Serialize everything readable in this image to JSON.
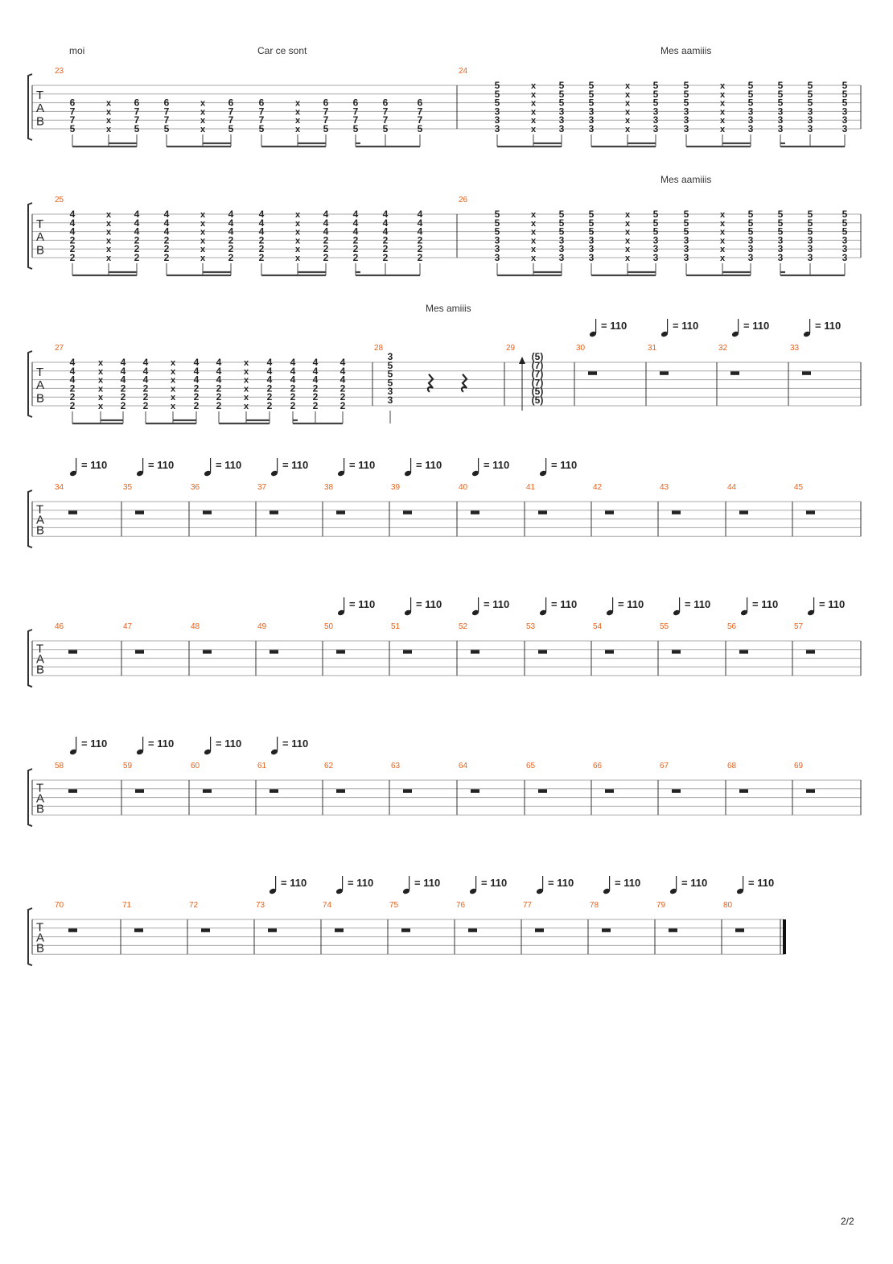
{
  "page_number": "2/2",
  "tab_clef": [
    "T",
    "A",
    "B"
  ],
  "tempo_label": "= 110",
  "systems": [
    {
      "lyrics": [
        "moi",
        "Car ce sont",
        "Mes aamiiis"
      ],
      "measures": [
        {
          "number": "23",
          "beats": [
            [
              "6",
              "7",
              "7",
              "5"
            ],
            [
              "x",
              "x",
              "x",
              "x"
            ],
            [
              "6",
              "7",
              "7",
              "5"
            ],
            [
              "6",
              "7",
              "7",
              "5"
            ],
            [
              "x",
              "x",
              "x",
              "x"
            ],
            [
              "6",
              "7",
              "7",
              "5"
            ],
            [
              "6",
              "7",
              "7",
              "5"
            ],
            [
              "x",
              "x",
              "x",
              "x"
            ],
            [
              "6",
              "7",
              "7",
              "5"
            ],
            [
              "6",
              "7",
              "7",
              "5"
            ],
            [
              "6",
              "7",
              "7",
              "5"
            ],
            [
              "6",
              "7",
              "7",
              "5"
            ]
          ]
        },
        {
          "number": "24",
          "beats": [
            [
              "5",
              "5",
              "5",
              "3",
              "3",
              "3"
            ],
            [
              "x",
              "x",
              "x",
              "x",
              "x",
              "x"
            ],
            [
              "5",
              "5",
              "5",
              "3",
              "3",
              "3"
            ],
            [
              "5",
              "5",
              "5",
              "3",
              "3",
              "3"
            ],
            [
              "x",
              "x",
              "x",
              "x",
              "x",
              "x"
            ],
            [
              "5",
              "5",
              "5",
              "3",
              "3",
              "3"
            ],
            [
              "5",
              "5",
              "5",
              "3",
              "3",
              "3"
            ],
            [
              "x",
              "x",
              "x",
              "x",
              "x",
              "x"
            ],
            [
              "5",
              "5",
              "5",
              "3",
              "3",
              "3"
            ],
            [
              "5",
              "5",
              "5",
              "3",
              "3",
              "3"
            ],
            [
              "5",
              "5",
              "5",
              "3",
              "3",
              "3"
            ],
            [
              "5",
              "5",
              "5",
              "3",
              "3",
              "3"
            ]
          ]
        }
      ]
    },
    {
      "lyrics": [
        "Mes aamiiis"
      ],
      "measures": [
        {
          "number": "25",
          "beats": [
            [
              "4",
              "4",
              "4",
              "2",
              "2",
              "2"
            ],
            [
              "x",
              "x",
              "x",
              "x",
              "x",
              "x"
            ],
            [
              "4",
              "4",
              "4",
              "2",
              "2",
              "2"
            ],
            [
              "4",
              "4",
              "4",
              "2",
              "2",
              "2"
            ],
            [
              "x",
              "x",
              "x",
              "x",
              "x",
              "x"
            ],
            [
              "4",
              "4",
              "4",
              "2",
              "2",
              "2"
            ],
            [
              "4",
              "4",
              "4",
              "2",
              "2",
              "2"
            ],
            [
              "x",
              "x",
              "x",
              "x",
              "x",
              "x"
            ],
            [
              "4",
              "4",
              "4",
              "2",
              "2",
              "2"
            ],
            [
              "4",
              "4",
              "4",
              "2",
              "2",
              "2"
            ],
            [
              "4",
              "4",
              "4",
              "2",
              "2",
              "2"
            ],
            [
              "4",
              "4",
              "4",
              "2",
              "2",
              "2"
            ]
          ]
        },
        {
          "number": "26",
          "beats": [
            [
              "5",
              "5",
              "5",
              "3",
              "3",
              "3"
            ],
            [
              "x",
              "x",
              "x",
              "x",
              "x",
              "x"
            ],
            [
              "5",
              "5",
              "5",
              "3",
              "3",
              "3"
            ],
            [
              "5",
              "5",
              "5",
              "3",
              "3",
              "3"
            ],
            [
              "x",
              "x",
              "x",
              "x",
              "x",
              "x"
            ],
            [
              "5",
              "5",
              "5",
              "3",
              "3",
              "3"
            ],
            [
              "5",
              "5",
              "5",
              "3",
              "3",
              "3"
            ],
            [
              "x",
              "x",
              "x",
              "x",
              "x",
              "x"
            ],
            [
              "5",
              "5",
              "5",
              "3",
              "3",
              "3"
            ],
            [
              "5",
              "5",
              "5",
              "3",
              "3",
              "3"
            ],
            [
              "5",
              "5",
              "5",
              "3",
              "3",
              "3"
            ],
            [
              "5",
              "5",
              "5",
              "3",
              "3",
              "3"
            ]
          ]
        }
      ]
    },
    {
      "lyrics": [
        "Mes amiiis"
      ],
      "measures": [
        {
          "number": "27",
          "beats": [
            [
              "4",
              "4",
              "4",
              "2",
              "2",
              "2"
            ],
            [
              "x",
              "x",
              "x",
              "x",
              "x",
              "x"
            ],
            [
              "4",
              "4",
              "4",
              "2",
              "2",
              "2"
            ],
            [
              "4",
              "4",
              "4",
              "2",
              "2",
              "2"
            ],
            [
              "x",
              "x",
              "x",
              "x",
              "x",
              "x"
            ],
            [
              "4",
              "4",
              "4",
              "2",
              "2",
              "2"
            ],
            [
              "4",
              "4",
              "4",
              "2",
              "2",
              "2"
            ],
            [
              "x",
              "x",
              "x",
              "x",
              "x",
              "x"
            ],
            [
              "4",
              "4",
              "4",
              "2",
              "2",
              "2"
            ],
            [
              "4",
              "4",
              "4",
              "2",
              "2",
              "2"
            ],
            [
              "4",
              "4",
              "4",
              "2",
              "2",
              "2"
            ],
            [
              "4",
              "4",
              "4",
              "2",
              "2",
              "2"
            ]
          ]
        },
        {
          "number": "28",
          "chord": [
            "3",
            "5",
            "5",
            "5",
            "3",
            "3"
          ]
        },
        {
          "number": "29",
          "tied_chord": [
            "(5)",
            "(7)",
            "(7)",
            "(7)",
            "(5)",
            "(5)"
          ]
        },
        {
          "number": "30"
        },
        {
          "number": "31"
        },
        {
          "number": "32"
        },
        {
          "number": "33"
        }
      ]
    },
    {
      "measures": [
        {
          "number": "34"
        },
        {
          "number": "35"
        },
        {
          "number": "36"
        },
        {
          "number": "37"
        },
        {
          "number": "38"
        },
        {
          "number": "39"
        },
        {
          "number": "40"
        },
        {
          "number": "41"
        },
        {
          "number": "42"
        },
        {
          "number": "43"
        },
        {
          "number": "44"
        },
        {
          "number": "45"
        }
      ]
    },
    {
      "measures": [
        {
          "number": "46"
        },
        {
          "number": "47"
        },
        {
          "number": "48"
        },
        {
          "number": "49"
        },
        {
          "number": "50"
        },
        {
          "number": "51"
        },
        {
          "number": "52"
        },
        {
          "number": "53"
        },
        {
          "number": "54"
        },
        {
          "number": "55"
        },
        {
          "number": "56"
        },
        {
          "number": "57"
        }
      ]
    },
    {
      "measures": [
        {
          "number": "58"
        },
        {
          "number": "59"
        },
        {
          "number": "60"
        },
        {
          "number": "61"
        },
        {
          "number": "62"
        },
        {
          "number": "63"
        },
        {
          "number": "64"
        },
        {
          "number": "65"
        },
        {
          "number": "66"
        },
        {
          "number": "67"
        },
        {
          "number": "68"
        },
        {
          "number": "69"
        }
      ]
    },
    {
      "measures": [
        {
          "number": "70"
        },
        {
          "number": "71"
        },
        {
          "number": "72"
        },
        {
          "number": "73"
        },
        {
          "number": "74"
        },
        {
          "number": "75"
        },
        {
          "number": "76"
        },
        {
          "number": "77"
        },
        {
          "number": "78"
        },
        {
          "number": "79"
        },
        {
          "number": "80"
        }
      ]
    }
  ],
  "colors": {
    "measure_number": "#e8601c",
    "staff_line": "#a8a8a8",
    "text": "#1a1a1a"
  }
}
